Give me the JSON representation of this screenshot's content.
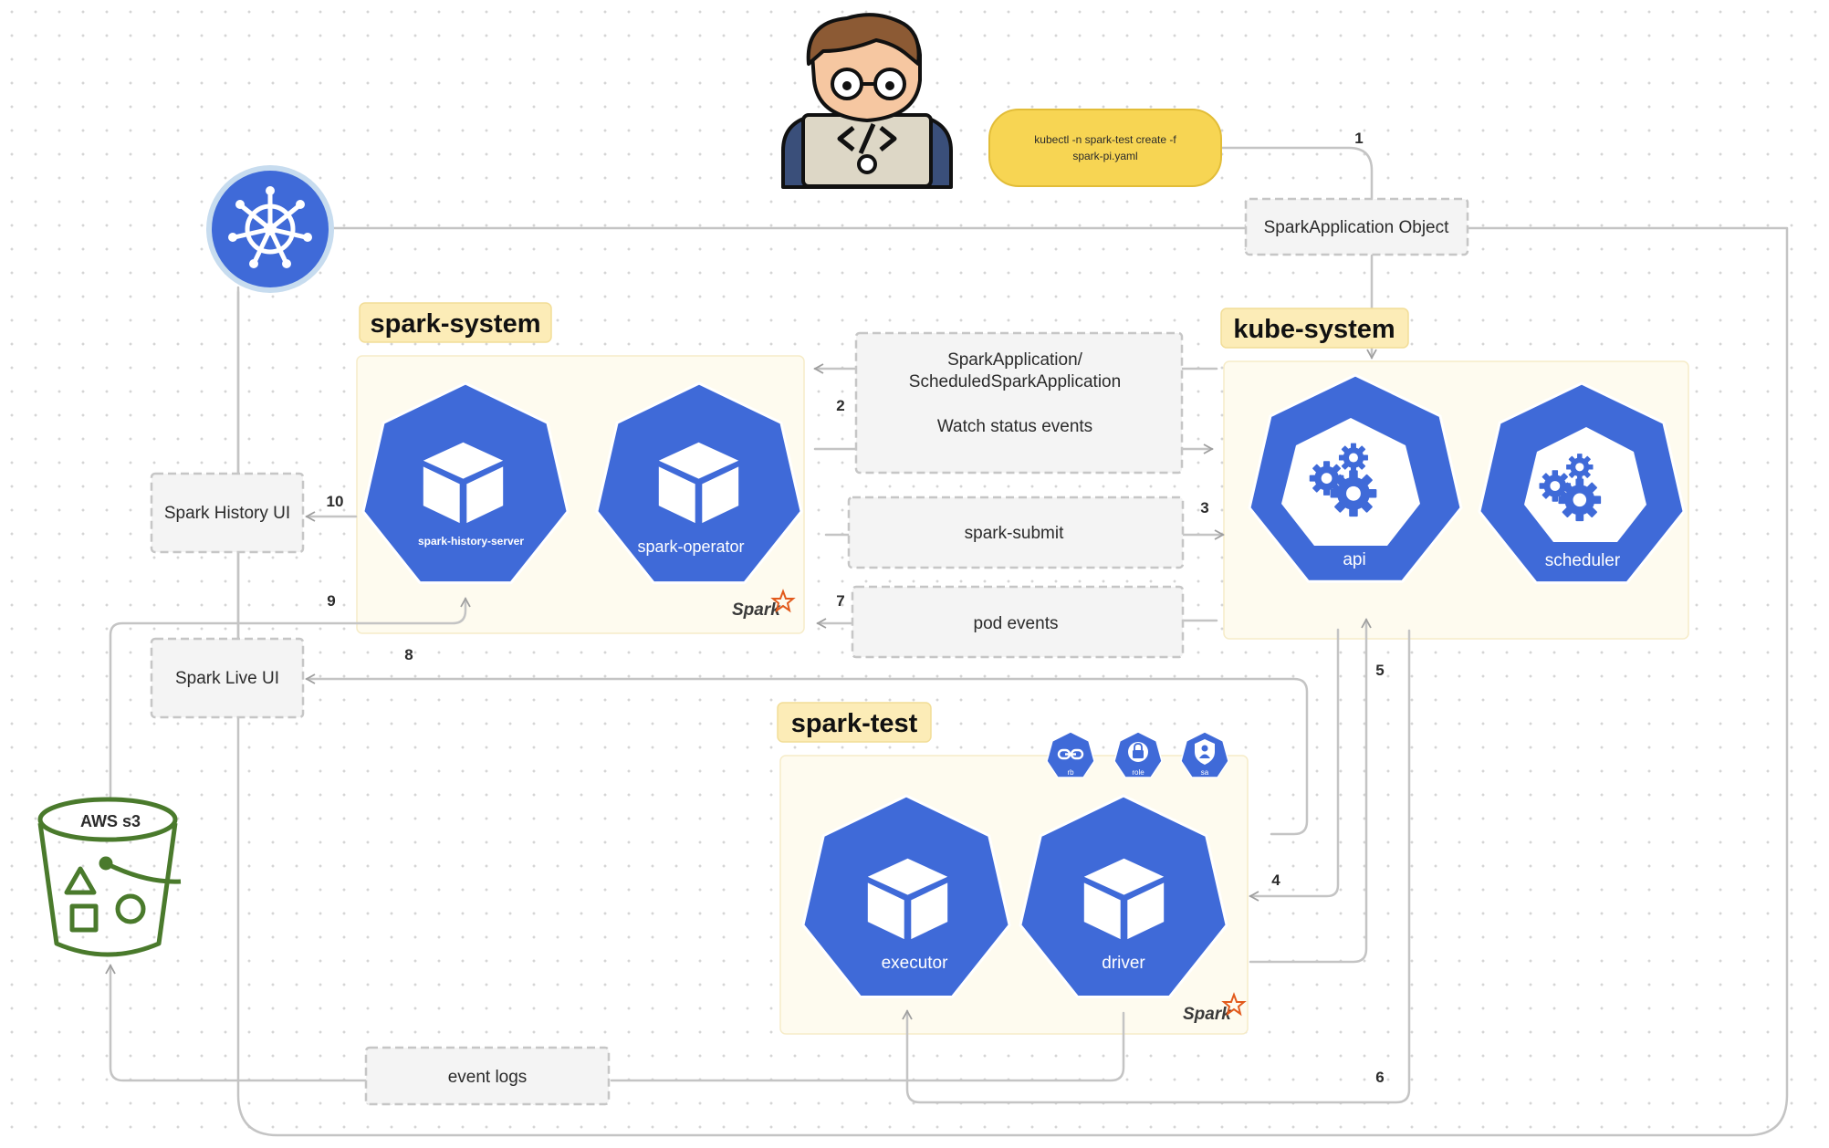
{
  "command": {
    "line1": "kubectl -n spark-test create -f",
    "line2": "spark-pi.yaml"
  },
  "namespaces": {
    "spark_system": "spark-system",
    "kube_system": "kube-system",
    "spark_test": "spark-test"
  },
  "boxes": {
    "spark_app_object": "SparkApplication Object",
    "watch_line1": "SparkApplication/",
    "watch_line2": "ScheduledSparkApplication",
    "watch_line3": "Watch status events",
    "spark_submit": "spark-submit",
    "pod_events": "pod events",
    "spark_history_ui": "Spark History UI",
    "spark_live_ui": "Spark Live UI",
    "event_logs": "event logs"
  },
  "components": {
    "history_server": "spark-history-server",
    "operator": "spark-operator",
    "api": "api",
    "scheduler": "scheduler",
    "executor": "executor",
    "driver": "driver"
  },
  "rbac": {
    "rb": "rb",
    "role": "role",
    "sa": "sa"
  },
  "s3": {
    "label": "AWS s3"
  },
  "brand": {
    "spark": "Spark"
  },
  "steps": {
    "s1": "1",
    "s2": "2",
    "s3": "3",
    "s4": "4",
    "s5": "5",
    "s6": "6",
    "s7": "7",
    "s8": "8",
    "s9": "9",
    "s10": "10"
  },
  "colors": {
    "k8s_blue": "#3f6ad8",
    "command_fill": "#f7d553",
    "namespace_tag": "#fcecb7",
    "namespace_area": "#fefbef",
    "s3_green": "#4a7a2c",
    "line_gray": "#c4c4c4"
  },
  "icons": {
    "developer": "developer-icon",
    "kubernetes": "kubernetes-wheel-icon",
    "pod": "cube-icon",
    "gears": "gears-icon",
    "link": "link-icon",
    "lock": "lock-icon",
    "user": "user-shield-icon",
    "bucket": "s3-bucket-icon"
  }
}
